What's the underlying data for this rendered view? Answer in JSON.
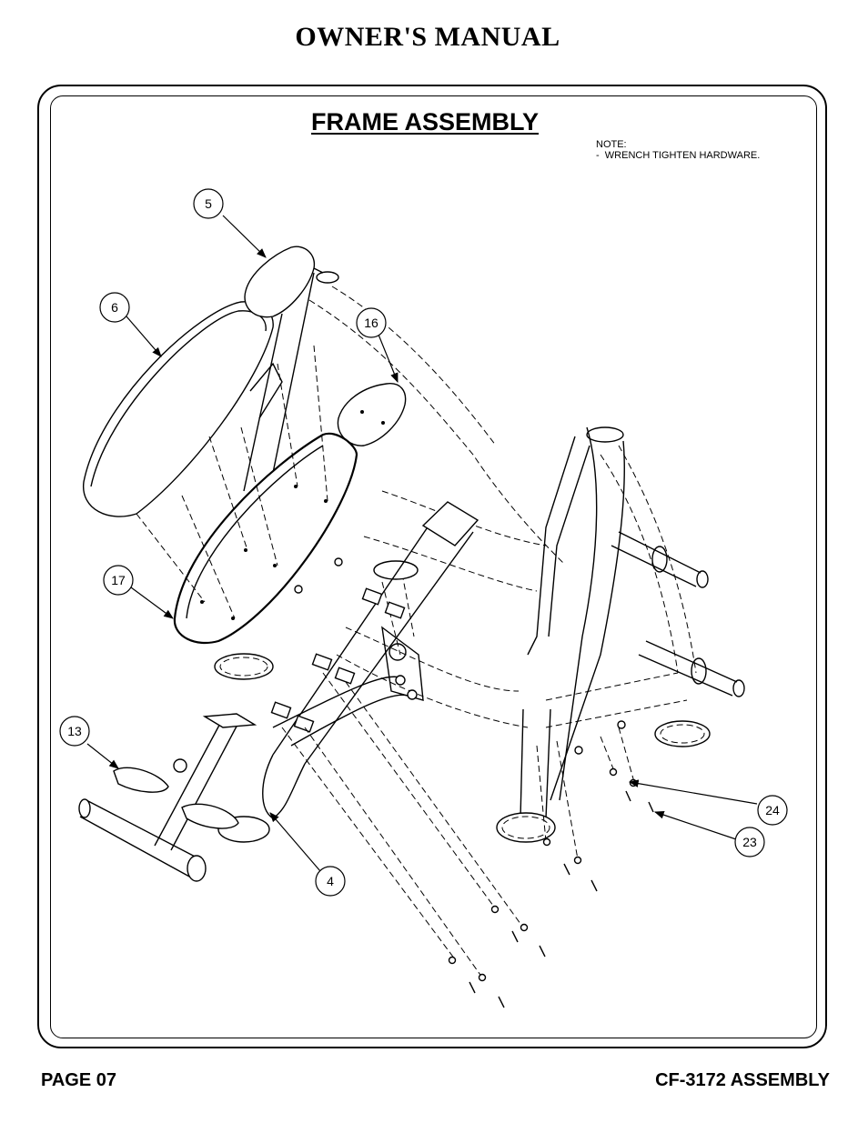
{
  "header": {
    "title": "OWNER'S MANUAL"
  },
  "section": {
    "title": "FRAME ASSEMBLY",
    "note_heading": "NOTE:",
    "note_text": "-  WRENCH TIGHTEN HARDWARE."
  },
  "callouts": [
    {
      "id": "5",
      "label": "5"
    },
    {
      "id": "6",
      "label": "6"
    },
    {
      "id": "16",
      "label": "16"
    },
    {
      "id": "17",
      "label": "17"
    },
    {
      "id": "13",
      "label": "13"
    },
    {
      "id": "4",
      "label": "4"
    },
    {
      "id": "24",
      "label": "24"
    },
    {
      "id": "23",
      "label": "23"
    }
  ],
  "footer": {
    "page": "PAGE 07",
    "model": "CF-3172 ASSEMBLY"
  }
}
